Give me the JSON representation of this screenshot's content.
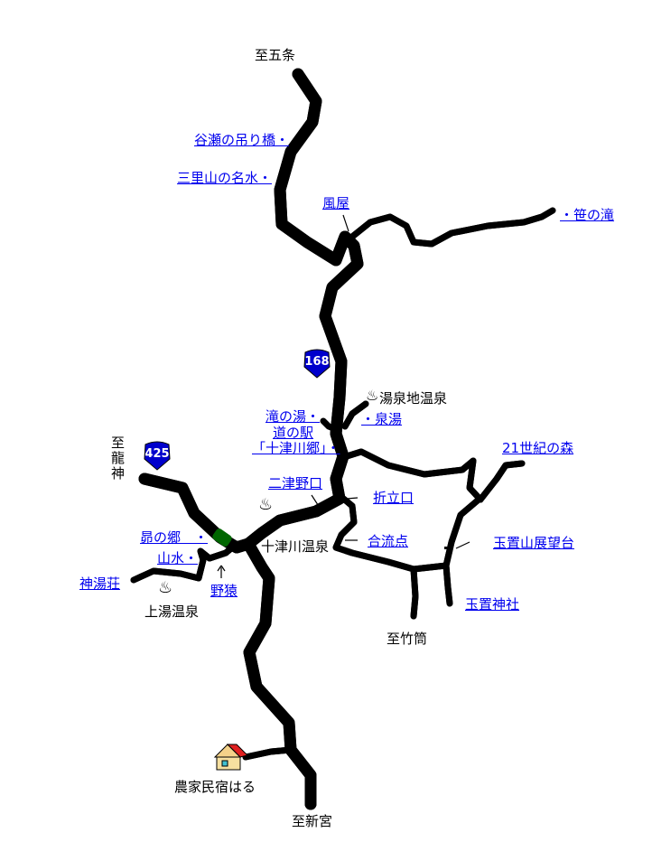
{
  "directions": {
    "gojo": "至五条",
    "ryujin": "至龍神",
    "takenodo": "至竹筒",
    "shingu": "至新宮"
  },
  "places": {
    "tanize_bridge": "谷瀬の吊り橋・",
    "mirisan_water": "三里山の名水・",
    "kazeya": "風屋",
    "sasa_falls": "・笹の滝",
    "yusenchi_onsen": "湯泉地温泉",
    "izumiyu": "・泉湯",
    "takinoyu": "滝の湯・",
    "michinoeki_1": "道の駅",
    "michinoeki_2": "「十津川郷」・",
    "century_forest": "21世紀の森",
    "futatsuno_guchi": "二津野口",
    "oritachi_guchi": "折立口",
    "confluence": "合流点",
    "totsukawa_onsen": "十津川温泉",
    "tamaki_observatory": "玉置山展望台",
    "tamaki_shrine": "玉置神社",
    "subaru_no_sato": "昴の郷　・",
    "sansui": "山水・",
    "kamiyuso": "神湯荘",
    "yaen": "野猿",
    "kamiyu_onsen": "上湯温泉",
    "farm_inn": "農家民宿はる"
  },
  "routes": {
    "r168": "168",
    "r425": "425"
  },
  "colors": {
    "link": "#0000ee",
    "shield": "#0000cc",
    "main_road": "#c0c0c0",
    "station": "#006600"
  }
}
